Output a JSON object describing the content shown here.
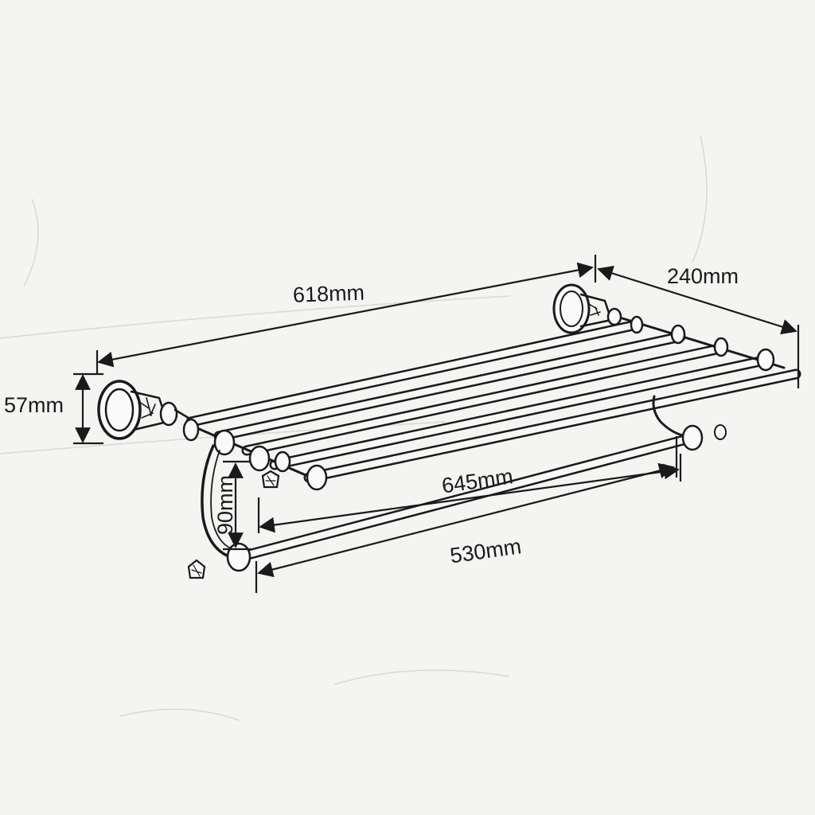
{
  "diagram": {
    "subject": "wall-mounted towel rack with bars and lower hanging rod",
    "dimensions": {
      "length_top": "618mm",
      "depth": "240mm",
      "mount_height": "57mm",
      "bar_length": "645mm",
      "drop_height": "90mm",
      "lower_rod_length": "530mm"
    }
  },
  "colors": {
    "background": "#f4f4f2",
    "line": "#1a1a1a"
  }
}
